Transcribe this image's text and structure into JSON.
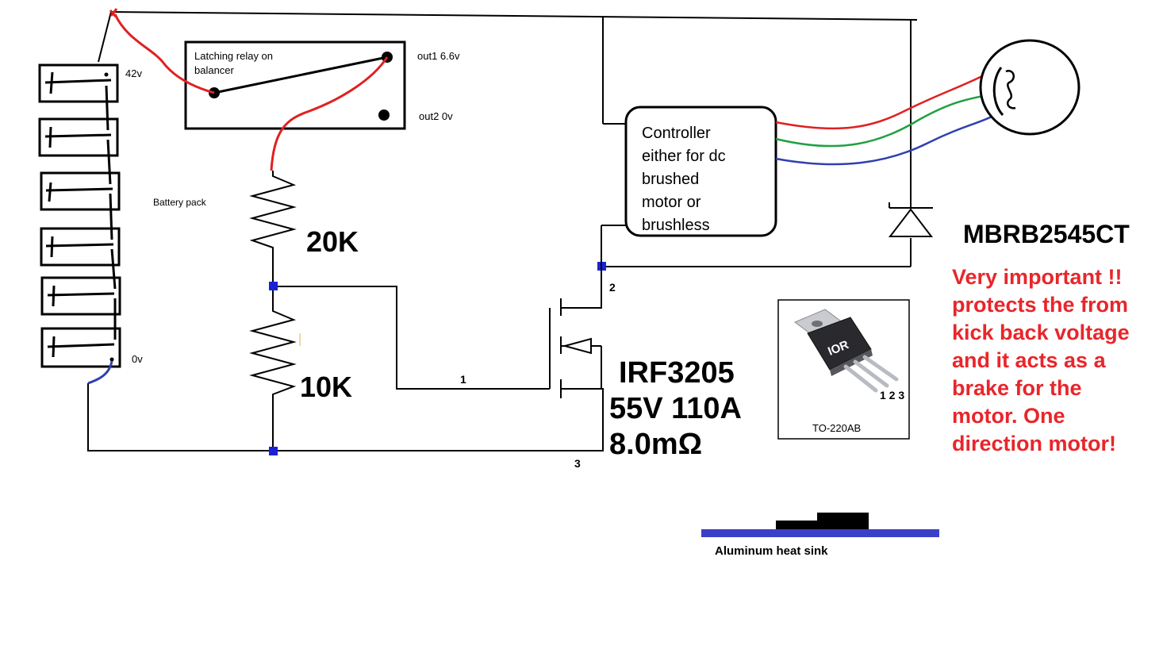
{
  "labels": {
    "v42": "42v",
    "v0": "0v",
    "battery_pack": "Battery pack",
    "relay_line1": "Latching relay on",
    "relay_line2": "balancer",
    "out1": "out1  6.6v",
    "out2": "out2  0v",
    "r20k": "20K",
    "r10k": "10K",
    "controller_lines": [
      "Controller",
      "either for dc",
      "brushed",
      "motor or",
      "brushless"
    ],
    "pin1": "1",
    "pin2": "2",
    "pin3": "3",
    "mosfet_lines": [
      "IRF3205",
      "55V 110A",
      "8.0mΩ"
    ],
    "diode_part": "MBRB2545CT",
    "note_lines": [
      "Very important !!",
      "protects the from",
      "kick back voltage",
      "and it acts as a",
      "brake for the",
      "motor. One",
      "direction motor!"
    ],
    "package": "TO-220AB",
    "package_pins": "1 2 3",
    "package_logo": "IOR",
    "heatsink": "Aluminum heat sink"
  },
  "colors": {
    "wire": "#000000",
    "red_wire": "#e02020",
    "green_wire": "#20a040",
    "blue_wire": "#3040b0",
    "junction": "#1a22d6",
    "heatsink": "#3a3fc8",
    "note": "#e8262b"
  }
}
